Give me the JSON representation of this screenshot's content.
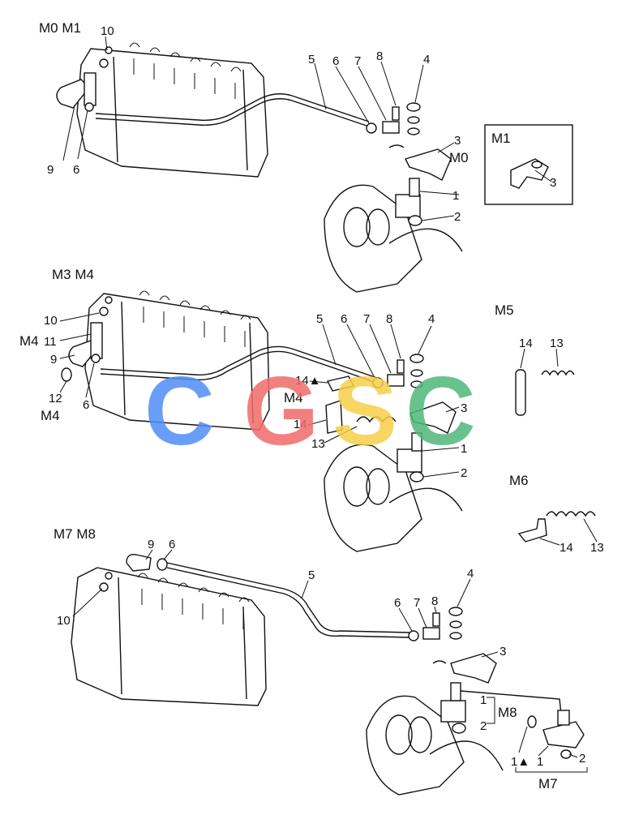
{
  "sections": [
    {
      "id": "top",
      "title": "M0 M1"
    },
    {
      "id": "middle",
      "title": "M3 M4"
    },
    {
      "id": "bottom",
      "title": "M7 M8"
    }
  ],
  "insets": {
    "m1": "M1",
    "m5": "M5",
    "m6": "M6"
  },
  "variant_tags": {
    "m0": "M0",
    "m4_11": "M4",
    "m4_12": "M4",
    "m4_center": "M4",
    "m7": "M7",
    "m8": "M8"
  },
  "part_numbers": {
    "p1": "1",
    "p2": "2",
    "p3": "3",
    "p4": "4",
    "p5": "5",
    "p6": "6",
    "p7": "7",
    "p8": "8",
    "p9": "9",
    "p10": "10",
    "p11": "11",
    "p12": "12",
    "p13": "13",
    "p14": "14",
    "p14_marked": "14▲",
    "p1_marked": "1▲"
  },
  "watermark": {
    "letters": [
      "C",
      "G",
      "S",
      "C"
    ],
    "colors": [
      "#4f8ef7",
      "#f26b6b",
      "#f7cf4a",
      "#4fb87a"
    ]
  }
}
